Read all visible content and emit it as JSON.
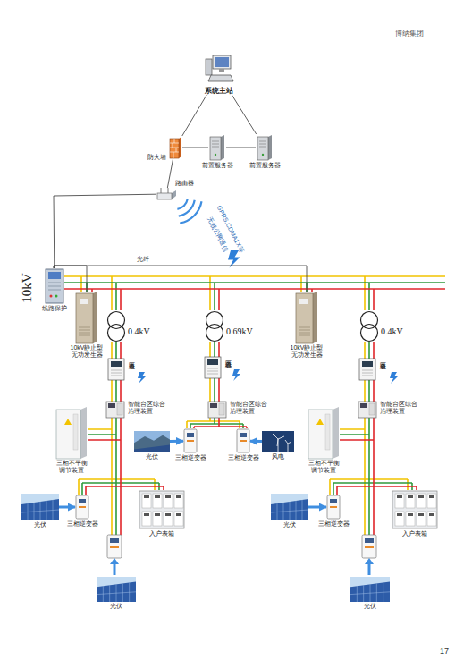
{
  "diagram": {
    "nodes": [
      {
        "text": [
          "系统主站"
        ]
      },
      {
        "text": [
          "防火墙"
        ]
      },
      {
        "text": [
          "前置服务器"
        ]
      },
      {
        "text": [
          "前置服务器"
        ]
      },
      {
        "text": [
          "路由器"
        ]
      },
      {
        "text": [
          "线路保护"
        ]
      },
      {
        "text": [
          "10kV静止型无功发生器"
        ]
      },
      {
        "text": [
          "0.4kV"
        ]
      },
      {
        "text": [
          "台区总表"
        ]
      },
      {
        "text": [
          "智能台区综合治理装置"
        ]
      },
      {
        "text": [
          "三相不平衡调节装置"
        ]
      },
      {
        "text": [
          "光伏"
        ]
      },
      {
        "text": [
          "三相逆变器"
        ]
      },
      {
        "text": [
          "入户表箱"
        ]
      },
      {
        "text": [
          "光伏"
        ]
      },
      {
        "text": [
          "0.69kV"
        ]
      },
      {
        "text": [
          "台区总表"
        ]
      },
      {
        "text": [
          "智能台区综合治理装置"
        ]
      },
      {
        "text": [
          "光伏"
        ]
      },
      {
        "text": [
          "三相逆变器"
        ]
      },
      {
        "text": [
          "三相逆变器"
        ]
      },
      {
        "text": [
          "风电"
        ]
      },
      {
        "text": [
          "10kV静止型无功发生器"
        ]
      },
      {
        "text": [
          "0.4kV"
        ]
      },
      {
        "text": [
          "台区总表"
        ]
      },
      {
        "text": [
          "智能台区综合治理装置"
        ]
      },
      {
        "text": [
          "三相不平衡调节装置"
        ]
      },
      {
        "text": [
          "光伏"
        ]
      },
      {
        "text": [
          "三相逆变器"
        ]
      },
      {
        "text": [
          "入户表箱"
        ]
      },
      {
        "text": [
          "光伏"
        ]
      }
    ],
    "edges": [
      {
        "from": 0,
        "to": 1,
        "arrow": "none"
      },
      {
        "from": 0,
        "to": 3,
        "arrow": "none"
      },
      {
        "from": 1,
        "to": 2,
        "arrow": "none"
      },
      {
        "from": 2,
        "to": 3,
        "arrow": "none"
      },
      {
        "from": 1,
        "to": 4,
        "arrow": "none"
      },
      {
        "from": 4,
        "to": 5,
        "arrow": "none"
      },
      {
        "from": 5,
        "to": 6,
        "arrow": "none"
      },
      {
        "from": 5,
        "to": 22,
        "label": "光纤",
        "arrow": "none"
      },
      {
        "from": 11,
        "to": 12,
        "arrow": "to"
      },
      {
        "from": 18,
        "to": 19,
        "arrow": "to"
      },
      {
        "from": 21,
        "to": 20,
        "arrow": "to"
      },
      {
        "from": 27,
        "to": 28,
        "arrow": "to"
      }
    ],
    "labels": [
      "博纳集团",
      "GPRS,CDMA1X等",
      "无线公网通信",
      "10kV",
      "17"
    ]
  }
}
